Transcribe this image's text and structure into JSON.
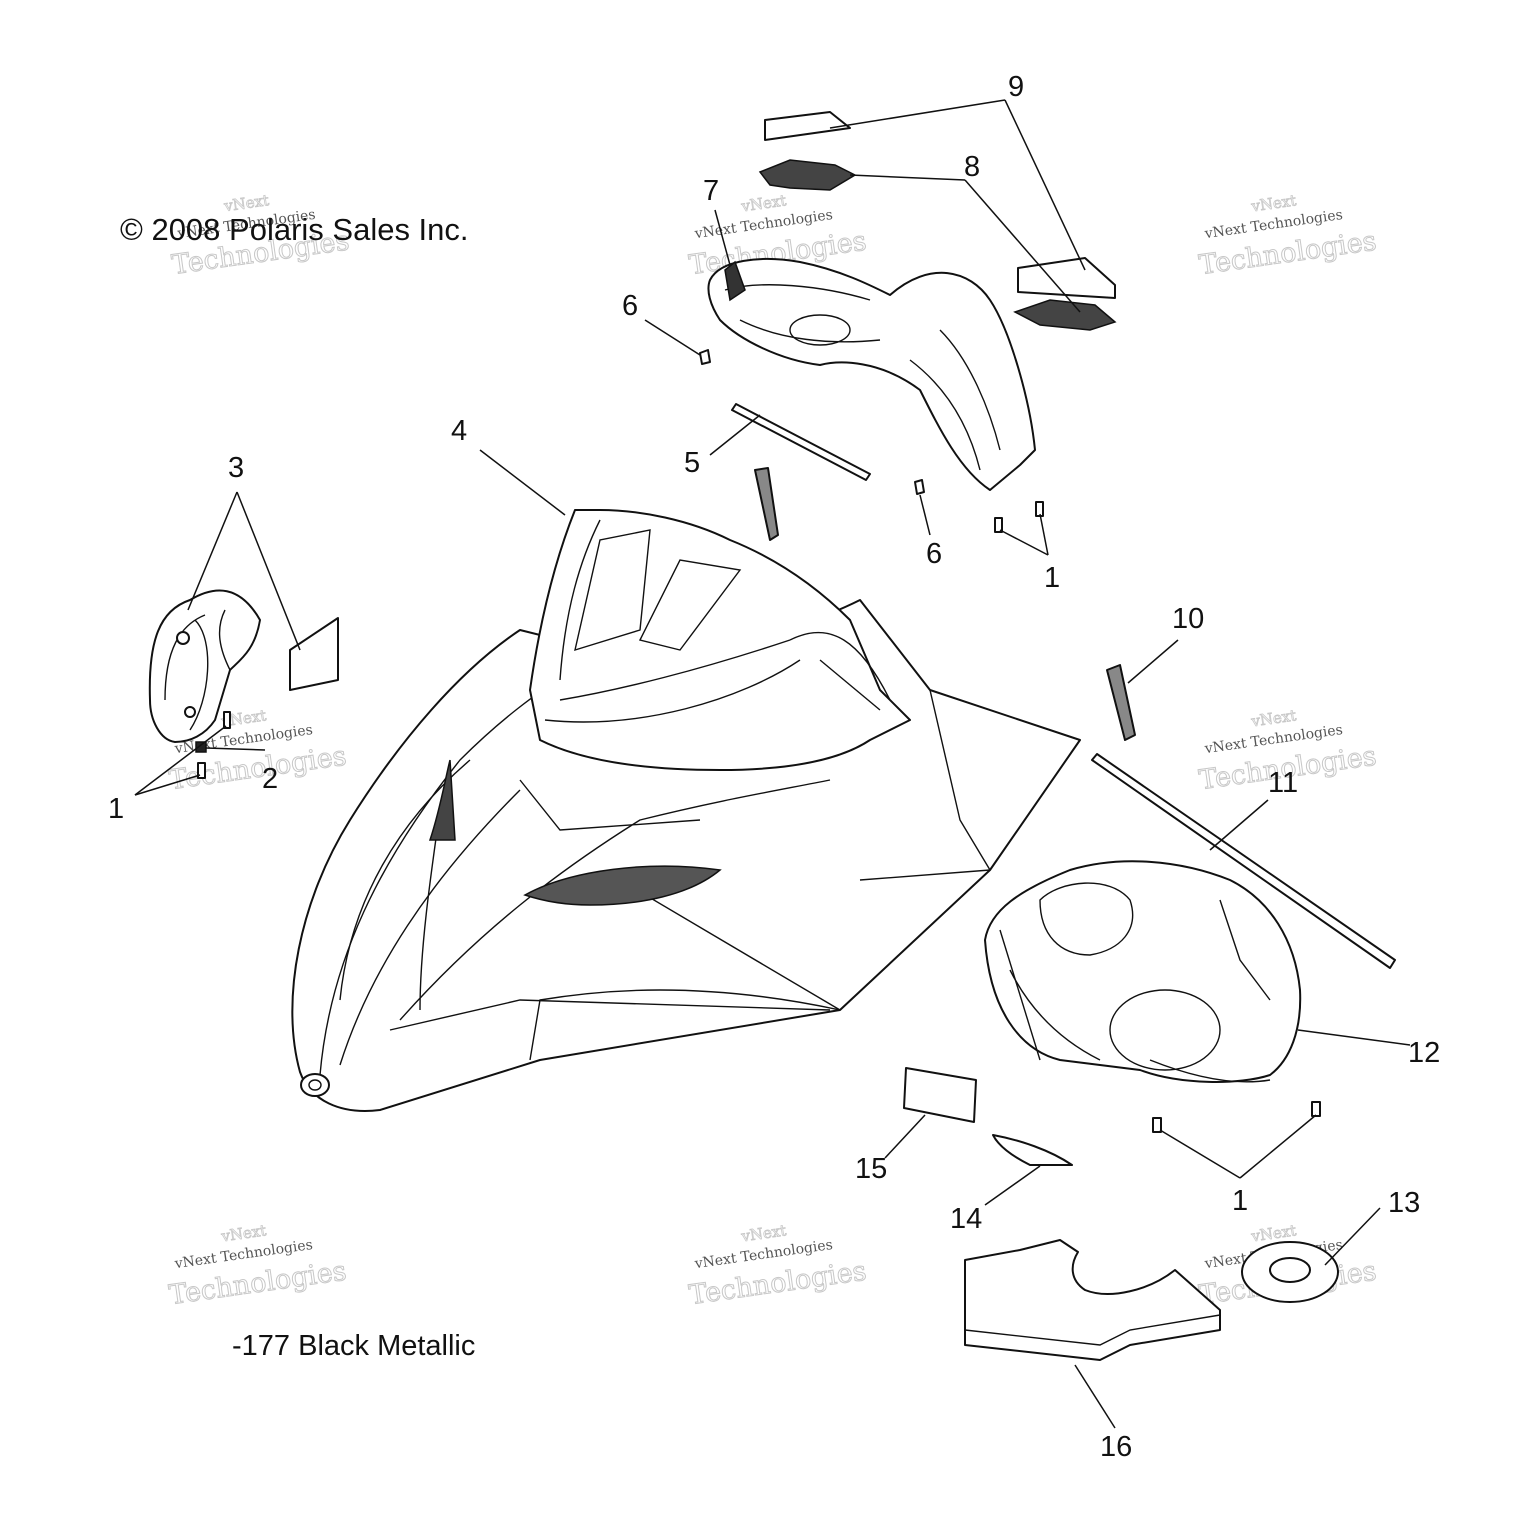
{
  "copyright": "© 2008 Polaris Sales Inc.",
  "finish_note": "-177 Black Metallic",
  "watermark": {
    "line1": "vNext",
    "line2": "vNext Technologies",
    "line3": "Technologies"
  },
  "callouts": {
    "c1a": "1",
    "c1b": "1",
    "c1c": "1",
    "c2": "2",
    "c3": "3",
    "c4": "4",
    "c5": "5",
    "c6a": "6",
    "c6b": "6",
    "c7": "7",
    "c8": "8",
    "c9": "9",
    "c10": "10",
    "c11": "11",
    "c12": "12",
    "c13": "13",
    "c14": "14",
    "c15": "15",
    "c16": "16"
  }
}
